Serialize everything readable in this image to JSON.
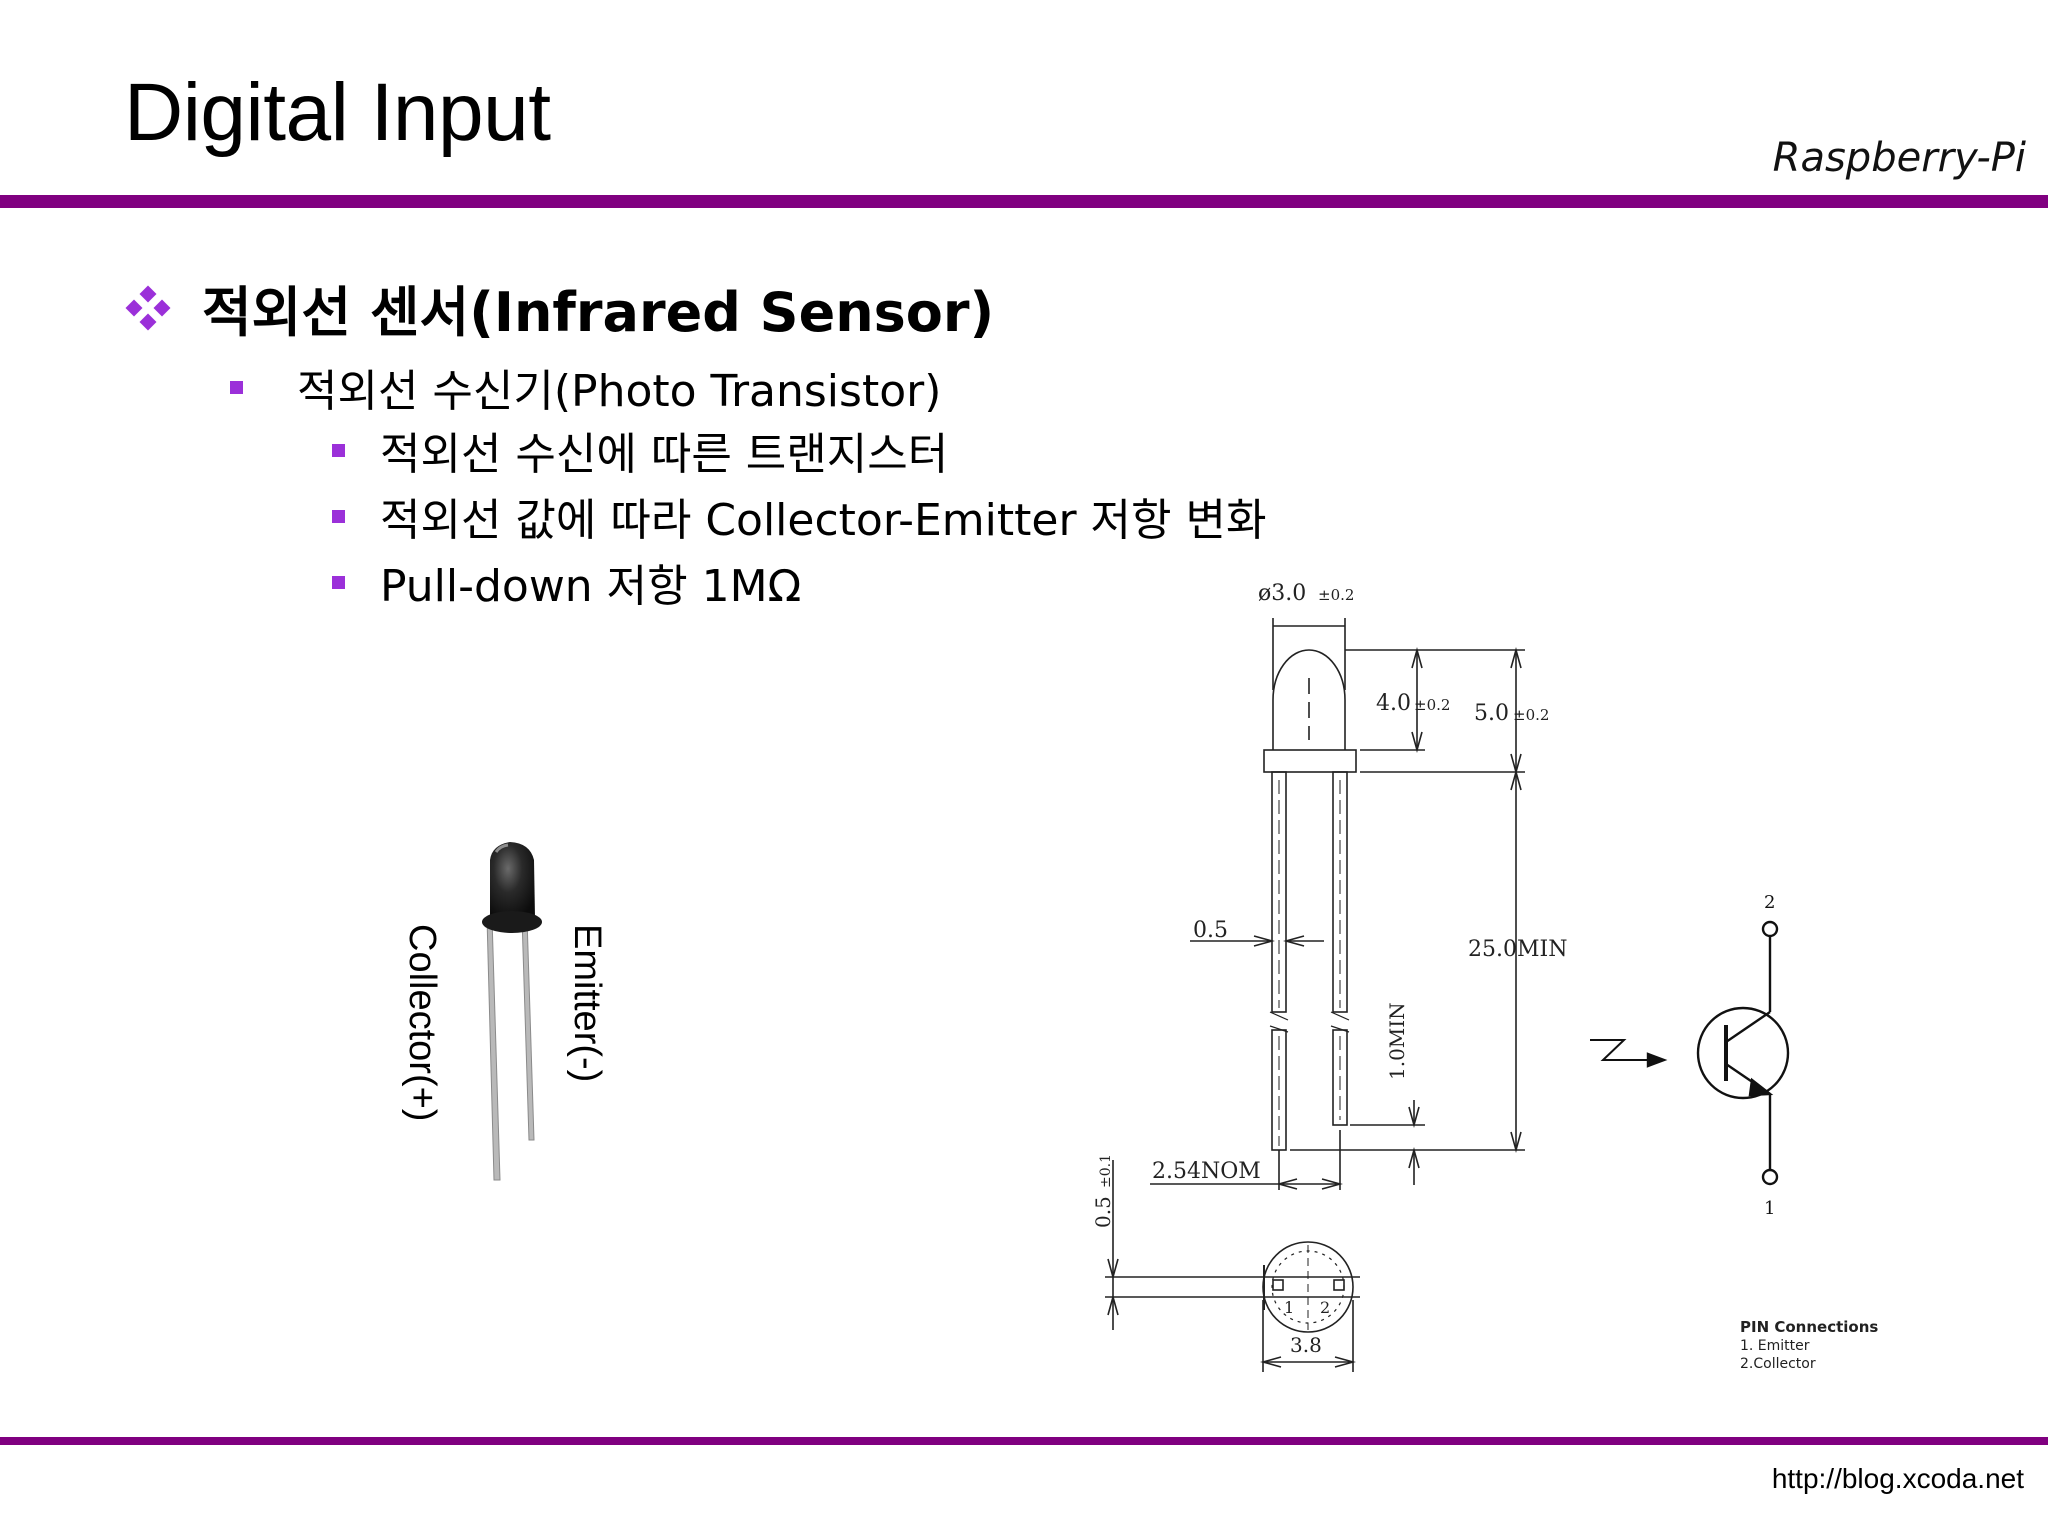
{
  "header": {
    "title": "Digital Input",
    "brand": "Raspberry-Pi"
  },
  "content": {
    "bullet1": "적외선 센서(Infrared Sensor)",
    "bullet2": "적외선 수신기(Photo Transistor)",
    "sub_bullets": [
      "적외선 수신에 따른 트랜지스터",
      "적외선 값에 따라 Collector-Emitter 저항 변화",
      "Pull-down 저항 1MΩ"
    ]
  },
  "photo": {
    "label_emitter": "Emitter(-)",
    "label_collector": "Collector(+)"
  },
  "drawing": {
    "dim_diameter": "ø3.0",
    "dim_diameter_tol": "±0.2",
    "dim_head": "4.0",
    "dim_head_tol": "±0.2",
    "dim_total": "5.0",
    "dim_total_tol": "±0.2",
    "dim_lead_width": "0.5",
    "dim_lead_length": "25.0MIN",
    "dim_min": "1.0MIN",
    "dim_pitch": "2.54NOM",
    "dim_flange": "0.5",
    "dim_flange_tol": "±0.1",
    "dim_base": "3.8",
    "pin_1": "1",
    "pin_2": "2"
  },
  "schematic": {
    "pin_top": "2",
    "pin_bottom": "1",
    "pin_title": "PIN Connections",
    "pin_1_name": "1. Emitter",
    "pin_2_name": "2.Collector"
  },
  "footer": {
    "url": "http://blog.xcoda.net"
  },
  "colors": {
    "accent": "#800080",
    "bullet": "#9b30d9"
  }
}
